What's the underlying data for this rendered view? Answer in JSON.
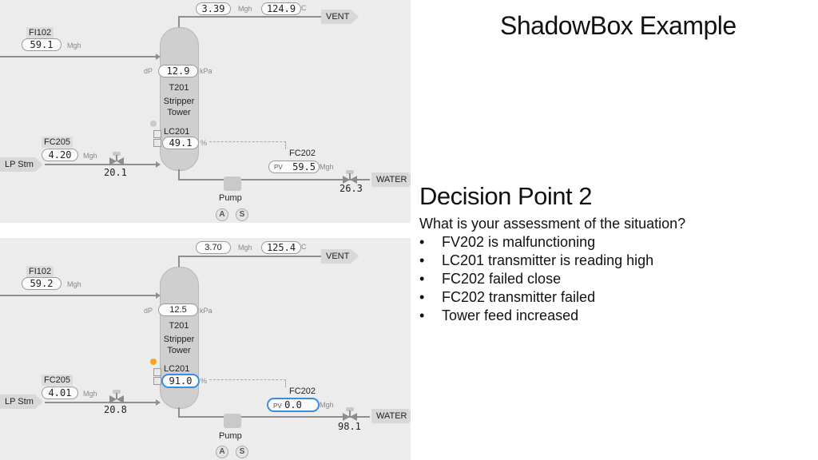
{
  "slide": {
    "title": "ShadowBox Example",
    "heading": "Decision Point 2",
    "question": "What is your assessment of the situation?",
    "options": [
      "FV202 is malfunctioning",
      "LC201 transmitter is reading high",
      "FC202 failed close",
      "FC202 transmitter failed",
      "Tower feed increased"
    ],
    "bullet": "•"
  },
  "units": {
    "mgh": "Mgh",
    "c": "C",
    "kpa": "kPa",
    "pct": "%",
    "pv": "PV",
    "dp": "dP"
  },
  "labels": {
    "vent": "VENT",
    "water": "WATER",
    "lp_stm": "LP Stm",
    "fi102": "FI102",
    "fc205": "FC205",
    "fc202": "FC202",
    "lc201": "LC201",
    "tower": [
      "T201",
      "Stripper",
      "Tower"
    ],
    "pump": "Pump",
    "auto": "A",
    "sec": "S"
  },
  "top": {
    "vent_flow": "3.39",
    "vent_temp": "124.9",
    "fi102": "59.1",
    "dp": "12.9",
    "lc201": "49.1",
    "fc205": "4.20",
    "steam_valve": "20.1",
    "fc202_pv": "59.5",
    "water_valve": "26.3"
  },
  "bottom": {
    "vent_flow": "3.70",
    "vent_temp": "125.4",
    "fi102": "59.2",
    "dp": "12.5",
    "lc201": "91.0",
    "fc205": "4.01",
    "steam_valve": "20.8",
    "fc202_pv": "0.0",
    "water_valve": "98.1"
  },
  "colors": {
    "panel": "#ececec",
    "highlight": "#3a8ee0",
    "alarm": "#f5a623"
  },
  "icons": [
    "valve-icon",
    "pump-icon",
    "auto-mode-icon",
    "status-icon",
    "alarm-indicator-icon",
    "arrow-icon"
  ]
}
